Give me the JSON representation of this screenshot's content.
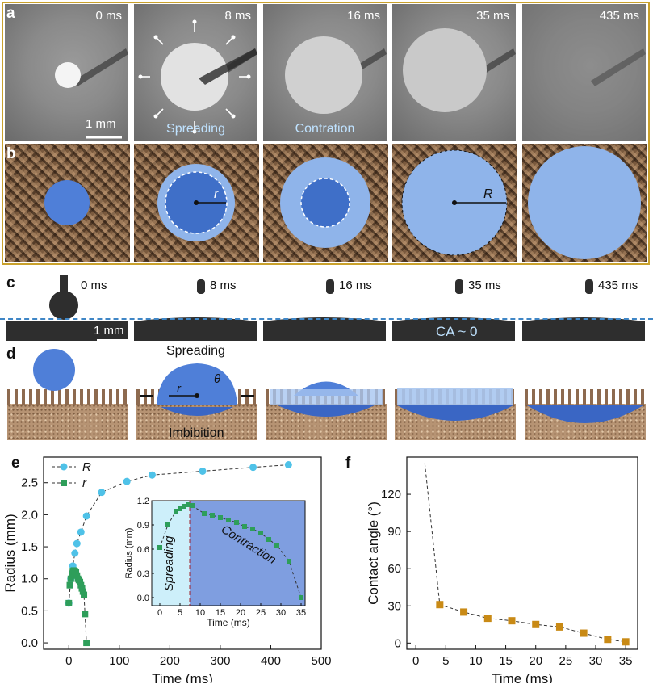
{
  "panels": {
    "a": {
      "label": "a",
      "times": [
        "0 ms",
        "8 ms",
        "16 ms",
        "35 ms",
        "435 ms"
      ],
      "scale_bar": "1 mm",
      "captions": [
        "",
        "Spreading",
        "Contration",
        "",
        ""
      ]
    },
    "b": {
      "label": "b",
      "r_label": "r",
      "R_label": "R"
    },
    "c": {
      "label": "c",
      "times": [
        "0 ms",
        "8 ms",
        "16 ms",
        "35 ms",
        "435 ms"
      ],
      "scale_bar": "1 mm",
      "ca_label": "CA ~ 0"
    },
    "d": {
      "label": "d",
      "spreading": "Spreading",
      "imbibition": "Imbibition",
      "r_label": "r",
      "theta_label": "θ"
    },
    "e": {
      "label": "e"
    },
    "f": {
      "label": "f"
    }
  },
  "colors": {
    "frame": "#c9a12c",
    "R_series": "#4fc2e8",
    "r_series": "#2e9e5a",
    "ca_series": "#c98a15",
    "drop": "#4f7fd8",
    "spread_bg": "#cdeffa",
    "contract_bg": "#7f9ee0",
    "divider": "#a0202a"
  },
  "chart_data": [
    {
      "type": "scatter",
      "xlabel": "Time (ms)",
      "ylabel": "Radius (mm)",
      "xlim": [
        -50,
        500
      ],
      "ylim": [
        -0.1,
        2.9
      ],
      "xticks": [
        0,
        100,
        200,
        300,
        400,
        500
      ],
      "yticks": [
        0.0,
        0.5,
        1.0,
        1.5,
        2.0,
        2.5
      ],
      "legend": "top-left",
      "series": [
        {
          "name": "R",
          "x": [
            0,
            4,
            8,
            12,
            16,
            24,
            35,
            65,
            115,
            165,
            265,
            365,
            435
          ],
          "y": [
            0.62,
            1.0,
            1.2,
            1.4,
            1.55,
            1.73,
            1.98,
            2.35,
            2.52,
            2.62,
            2.68,
            2.74,
            2.78
          ]
        },
        {
          "name": "r",
          "x": [
            0,
            2,
            4,
            6,
            8,
            10,
            12,
            14,
            16,
            18,
            20,
            22,
            24,
            26,
            28,
            30,
            32,
            35
          ],
          "y": [
            0.62,
            0.9,
            1.0,
            1.08,
            1.12,
            1.13,
            1.12,
            1.1,
            1.05,
            1.0,
            0.98,
            0.95,
            0.9,
            0.85,
            0.8,
            0.75,
            0.45,
            0.0
          ]
        }
      ],
      "inset": {
        "xlabel": "Time (ms)",
        "ylabel": "Radius (mm)",
        "xlim": [
          -2,
          36
        ],
        "ylim": [
          -0.1,
          1.2
        ],
        "xticks": [
          0,
          5,
          10,
          15,
          20,
          25,
          30,
          35
        ],
        "yticks": [
          0.0,
          0.3,
          0.6,
          0.9,
          1.2
        ],
        "divider_x": 7.5,
        "region_labels": [
          "Spreading",
          "Contraction"
        ],
        "x": [
          0,
          2,
          4,
          5,
          6,
          7,
          8,
          11,
          13,
          15,
          17,
          19,
          21,
          23,
          25,
          27,
          29,
          32,
          35
        ],
        "y": [
          0.62,
          0.9,
          1.07,
          1.1,
          1.13,
          1.15,
          1.14,
          1.04,
          1.02,
          0.99,
          0.96,
          0.93,
          0.88,
          0.85,
          0.8,
          0.72,
          0.65,
          0.45,
          0.0
        ]
      }
    },
    {
      "type": "scatter",
      "xlabel": "Time (ms)",
      "ylabel": "Contact angle (°)",
      "xlim": [
        -1.5,
        37
      ],
      "ylim": [
        -5,
        150
      ],
      "xticks": [
        0,
        5,
        10,
        15,
        20,
        25,
        30,
        35
      ],
      "yticks": [
        0,
        30,
        60,
        90,
        120
      ],
      "series": [
        {
          "x": [
            4,
            8,
            12,
            16,
            20,
            24,
            28,
            32,
            35
          ],
          "y": [
            31,
            25,
            20,
            18,
            15,
            13,
            8,
            3,
            1
          ]
        }
      ],
      "dash_start": [
        1.5,
        145
      ]
    }
  ]
}
